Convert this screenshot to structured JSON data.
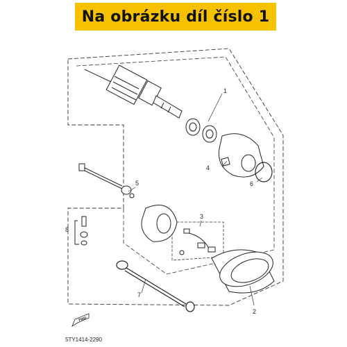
{
  "banner": {
    "title": "Na obrázku díl číslo 1",
    "background": "#f6c200"
  },
  "callouts": {
    "c1": "1",
    "c2": "2",
    "c3": "3",
    "c4": "4",
    "c5": "5",
    "c6": "6",
    "c7": "7",
    "c8": "8"
  },
  "fwd_label": "FWD",
  "catalog_code": "5TY1414-2290"
}
